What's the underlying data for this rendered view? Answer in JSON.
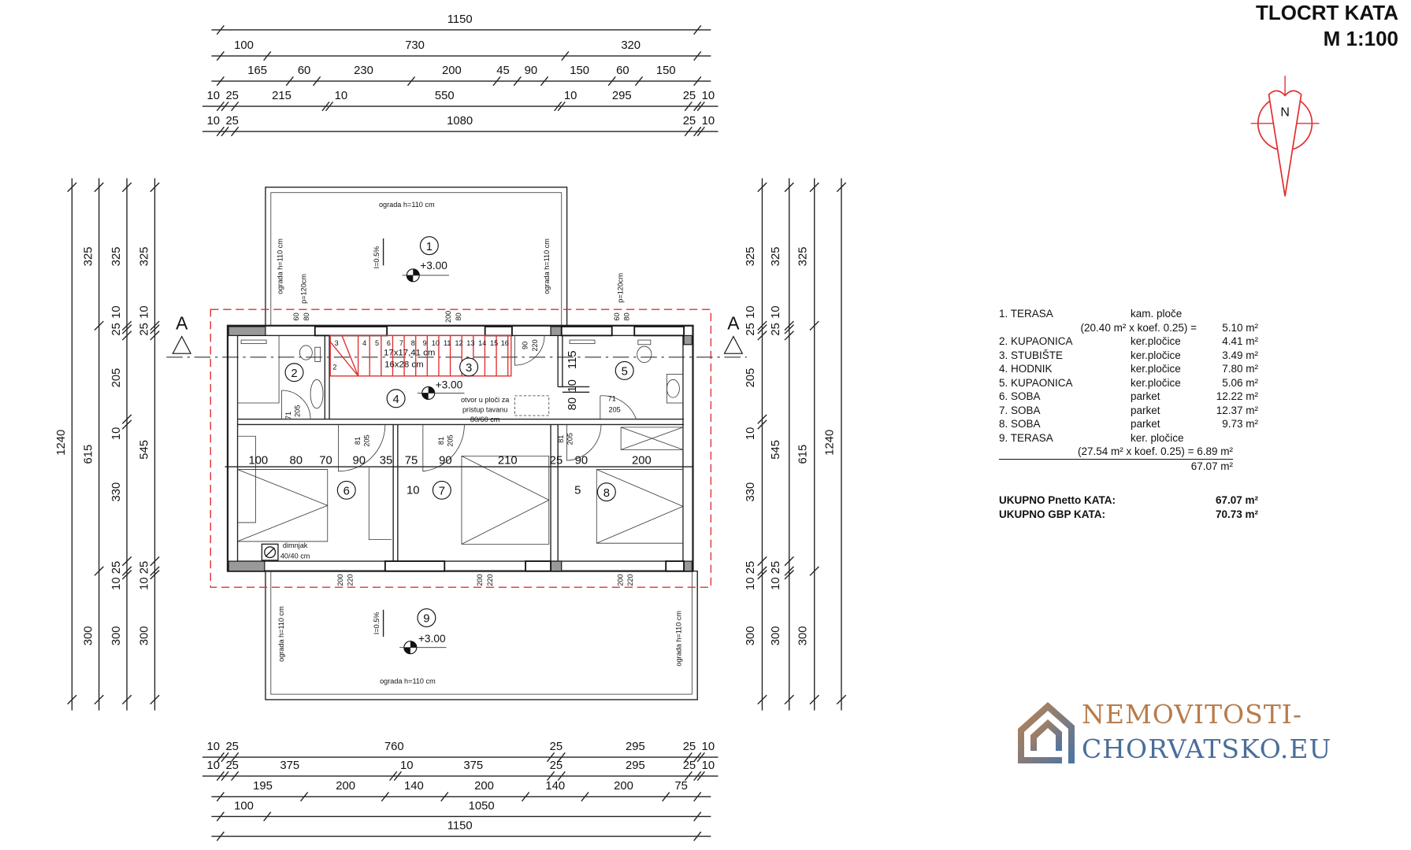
{
  "title": "TLOCRT  KATA",
  "scale": "M 1:100",
  "north": "N",
  "section_label": "A",
  "elevation": "+3.00",
  "slope": "I=0.5%",
  "railing": "ograda h=110 cm",
  "parapet": "p=120cm",
  "rooms": [
    "1",
    "2",
    "3",
    "4",
    "5",
    "6",
    "7",
    "8",
    "9"
  ],
  "stairs": {
    "steps": [
      "2",
      "3",
      "4",
      "5",
      "6",
      "7",
      "8",
      "9",
      "10",
      "11",
      "12",
      "13",
      "14",
      "15",
      "16"
    ],
    "size1": "17x17,41 cm",
    "size2": "16x28 cm"
  },
  "attic_opening": [
    "otvor u ploči za",
    "pristup tavanu",
    "80/60 cm"
  ],
  "chimney": [
    "dimnjak",
    "40/40 cm"
  ],
  "dims_top": [
    [
      "1150"
    ],
    [
      "100",
      "730",
      "320"
    ],
    [
      "165",
      "60",
      "230",
      "200",
      "45",
      "90",
      "150",
      "60",
      "150"
    ],
    [
      "10",
      "25",
      "215",
      "10",
      "550",
      "10",
      "295",
      "25",
      "10"
    ],
    [
      "10",
      "25",
      "1080",
      "25",
      "10"
    ]
  ],
  "dims_bottom": [
    [
      "10",
      "25",
      "760",
      "25",
      "295",
      "25",
      "10"
    ],
    [
      "10",
      "25",
      "375",
      "10",
      "375",
      "25",
      "295",
      "25",
      "10"
    ],
    [
      "195",
      "200",
      "140",
      "200",
      "140",
      "200",
      "75"
    ],
    [
      "100",
      "1050"
    ],
    [
      "1150"
    ]
  ],
  "dims_left": [
    [
      "1240"
    ],
    [
      "325",
      "615",
      "300"
    ],
    [
      "325",
      "10",
      "25",
      "205",
      "10",
      "330",
      "25",
      "10",
      "300"
    ],
    [
      "325",
      "10",
      "25",
      "545",
      "25",
      "10",
      "300"
    ]
  ],
  "dims_right": [
    [
      "325",
      "10",
      "25",
      "205",
      "10",
      "330",
      "25",
      "10",
      "300"
    ],
    [
      "325",
      "10",
      "25",
      "545",
      "25",
      "10",
      "300"
    ],
    [
      "325",
      "615",
      "300"
    ],
    [
      "1240"
    ]
  ],
  "dims_interior": [
    "100",
    "80",
    "70",
    "90",
    "35",
    "75",
    "90",
    "210",
    "25",
    "90",
    "200"
  ],
  "dims_misc": {
    "wall10": "10",
    "wall5": "5",
    "d115": "115",
    "d10": "10",
    "d80": "80",
    "w60": "60",
    "w80": "80",
    "w200": "200",
    "h220": "220",
    "h90": "90",
    "door81": "81",
    "door205": "205",
    "door71": "71"
  },
  "legend": {
    "rows": [
      {
        "name": "1. TERASA",
        "material": "kam. ploče",
        "area": ""
      },
      {
        "name": "",
        "material": "(20.40 m² x koef. 0.25) =",
        "area": "5.10 m²"
      },
      {
        "name": "2. KUPAONICA",
        "material": "ker.pločice",
        "area": "4.41 m²"
      },
      {
        "name": "3. STUBIŠTE",
        "material": "ker.pločice",
        "area": "3.49 m²"
      },
      {
        "name": "4. HODNIK",
        "material": "ker.pločice",
        "area": "7.80 m²"
      },
      {
        "name": "5. KUPAONICA",
        "material": "ker.pločice",
        "area": "5.06 m²"
      },
      {
        "name": "6. SOBA",
        "material": "parket",
        "area": "12.22 m²"
      },
      {
        "name": "7. SOBA",
        "material": "parket",
        "area": "12.37 m²"
      },
      {
        "name": "8. SOBA",
        "material": "parket",
        "area": "9.73 m²"
      },
      {
        "name": "9. TERASA",
        "material": "ker. pločice",
        "area": ""
      }
    ],
    "terrace9_calc": "(27.54 m² x koef. 0.25) = 6.89 m²",
    "subtotal": "67.07 m²",
    "net_label": "UKUPNO Pnetto KATA:",
    "net_value": "67.07 m²",
    "gross_label": "UKUPNO GBP KATA:",
    "gross_value": "70.73 m²"
  },
  "logo": {
    "line1": "NEMOVITOSTI-",
    "line2": "CHORVATSKO.EU"
  },
  "colors": {
    "red": "#e03030",
    "logo_orange": "#b87c4c",
    "logo_blue": "#4a6e9a"
  }
}
